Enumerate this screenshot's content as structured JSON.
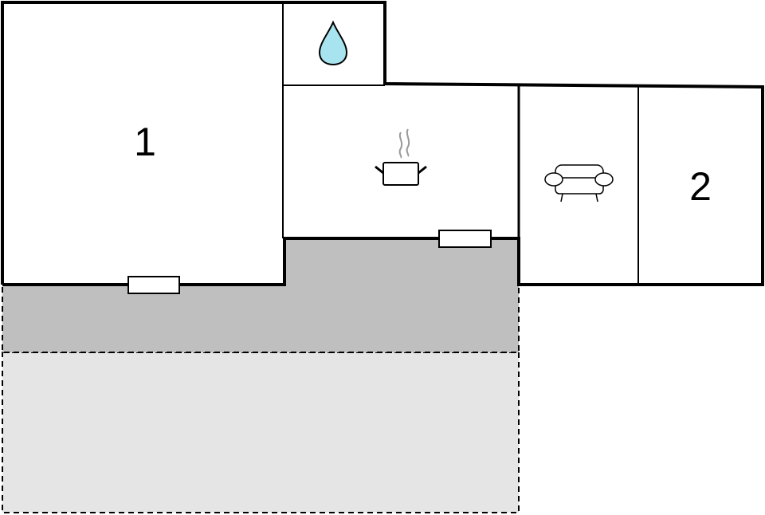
{
  "floorplan": {
    "rooms": [
      {
        "id": "bedroom-1",
        "label": "1"
      },
      {
        "id": "bathroom",
        "label": "",
        "icon": "water-drop-icon"
      },
      {
        "id": "kitchen",
        "label": "",
        "icon": "cooking-pot-icon"
      },
      {
        "id": "living-room",
        "label": "",
        "icon": "sofa-icon"
      },
      {
        "id": "bedroom-2",
        "label": "2"
      }
    ],
    "outdoor_areas": [
      {
        "id": "covered-terrace"
      },
      {
        "id": "open-terrace"
      }
    ],
    "doors": 2,
    "colors": {
      "wall": "#000000",
      "room_fill": "#ffffff",
      "covered_terrace": "#bfbfbf",
      "open_terrace": "#e5e5e5",
      "water_drop": "#a8e4ef",
      "steam": "#999999"
    }
  }
}
